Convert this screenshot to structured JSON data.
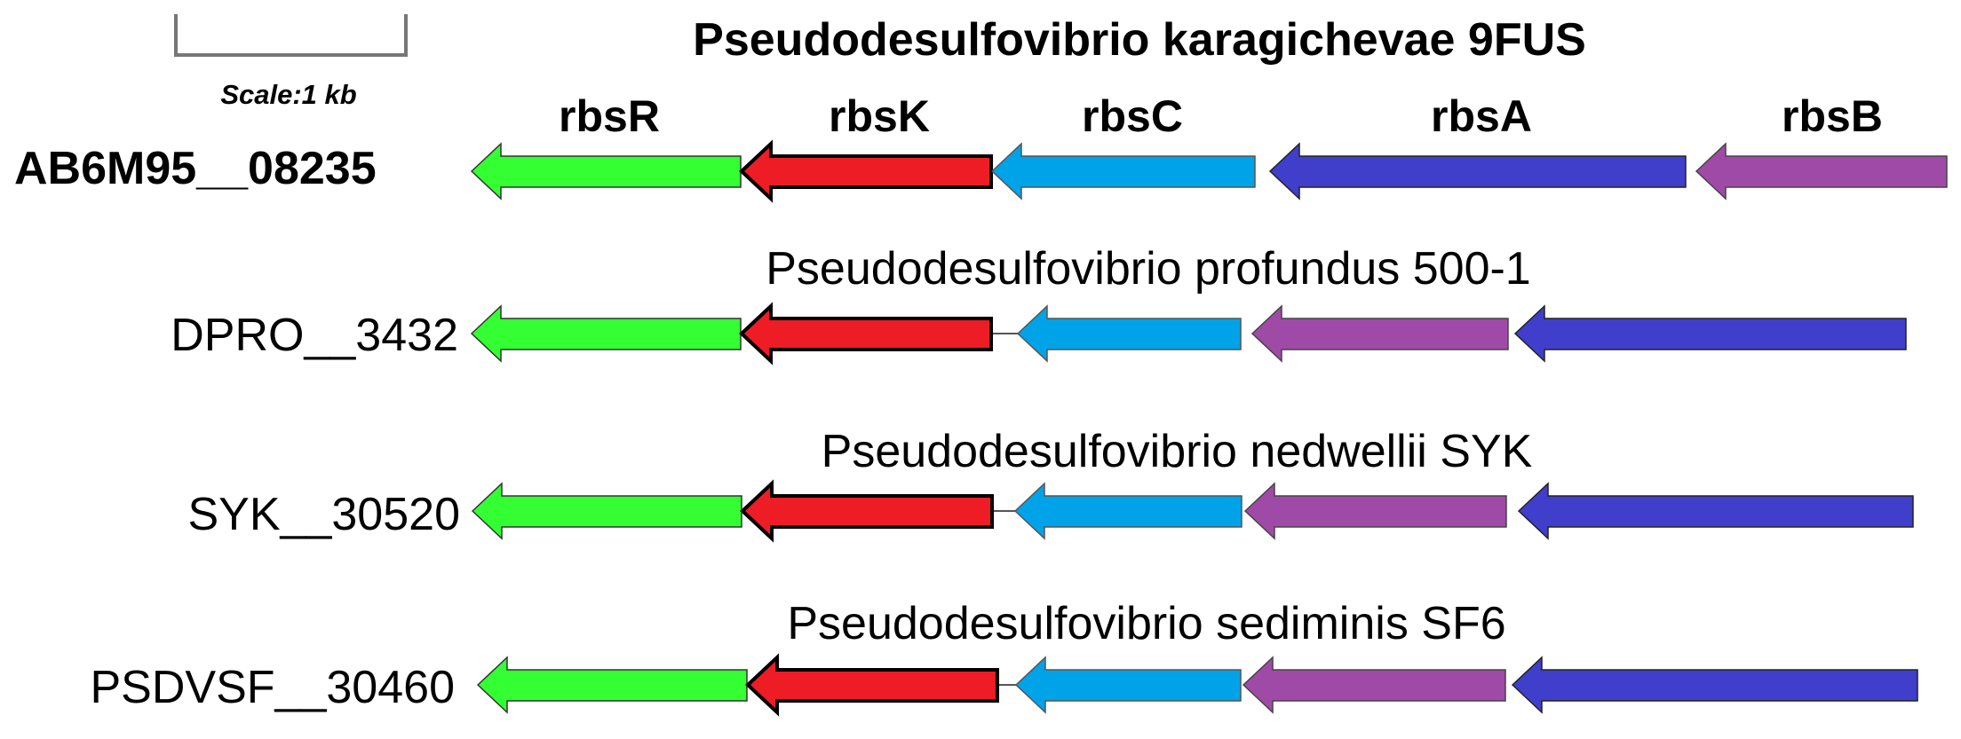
{
  "scale_bar": {
    "label": "Scale:1 kb"
  },
  "gene_labels": [
    "rbsR",
    "rbsK",
    "rbsC",
    "rbsA",
    "rbsB"
  ],
  "gene_colors": {
    "rbsR": "#33ff33",
    "rbsK": "#ee1c24",
    "rbsC": "#00a3e8",
    "rbsA": "#3f3fcc",
    "rbsB": "#a04aa8"
  },
  "clusters": [
    {
      "organism": "Pseudodesulfovibrio karagichevae 9FUS",
      "locus": "AB6M95__08235",
      "genes": [
        {
          "name": "rbsR",
          "icon": "left-arrow"
        },
        {
          "name": "rbsK",
          "icon": "left-arrow"
        },
        {
          "name": "rbsC",
          "icon": "left-arrow"
        },
        {
          "name": "rbsA",
          "icon": "left-arrow"
        },
        {
          "name": "rbsB",
          "icon": "left-arrow"
        }
      ]
    },
    {
      "organism": "Pseudodesulfovibrio profundus 500-1",
      "locus": "DPRO__3432",
      "genes": [
        {
          "name": "rbsR",
          "icon": "left-arrow"
        },
        {
          "name": "rbsK",
          "icon": "left-arrow"
        },
        {
          "name": "rbsC",
          "icon": "left-arrow"
        },
        {
          "name": "rbsB",
          "icon": "left-arrow"
        },
        {
          "name": "rbsA",
          "icon": "left-arrow"
        }
      ]
    },
    {
      "organism": "Pseudodesulfovibrio nedwellii SYK",
      "locus": "SYK__30520",
      "genes": [
        {
          "name": "rbsR",
          "icon": "left-arrow"
        },
        {
          "name": "rbsK",
          "icon": "left-arrow"
        },
        {
          "name": "rbsC",
          "icon": "left-arrow"
        },
        {
          "name": "rbsB",
          "icon": "left-arrow"
        },
        {
          "name": "rbsA",
          "icon": "left-arrow"
        }
      ]
    },
    {
      "organism": "Pseudodesulfovibrio sediminis SF6",
      "locus": "PSDVSF__30460",
      "genes": [
        {
          "name": "rbsR",
          "icon": "left-arrow"
        },
        {
          "name": "rbsK",
          "icon": "left-arrow"
        },
        {
          "name": "rbsC",
          "icon": "left-arrow"
        },
        {
          "name": "rbsB",
          "icon": "left-arrow"
        },
        {
          "name": "rbsA",
          "icon": "left-arrow"
        }
      ]
    }
  ]
}
